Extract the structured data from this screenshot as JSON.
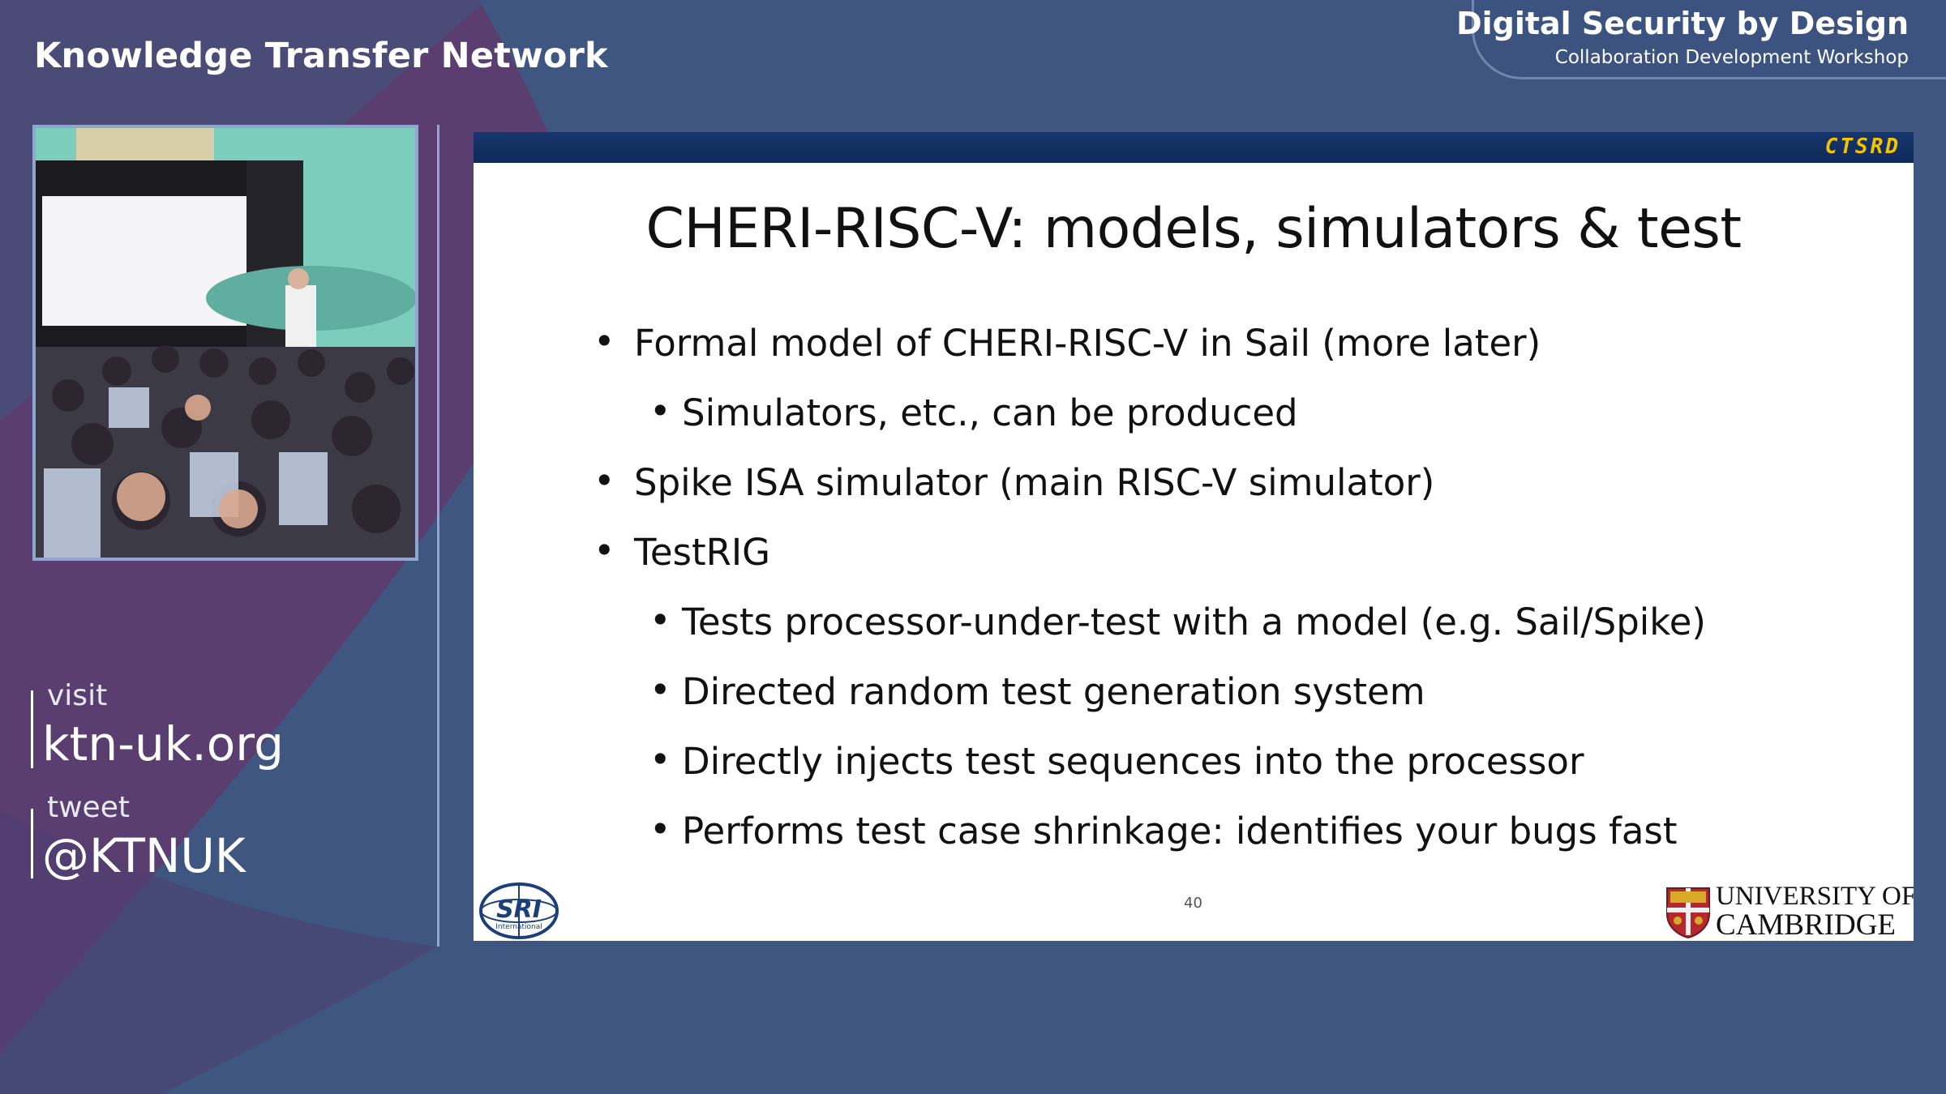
{
  "branding": {
    "network_title": "Knowledge Transfer Network",
    "event_title": "Digital Security by Design",
    "event_subtitle": "Collaboration Development Workshop"
  },
  "contact": {
    "visit_label": "visit",
    "visit_value": "ktn-uk.org",
    "tweet_label": "tweet",
    "tweet_value": "@KTNUK"
  },
  "camera": {
    "description_icon": "speaker-video-feed"
  },
  "slide": {
    "header_logo": "CTSRD",
    "title": "CHERI-RISC-V: models, simulators & test",
    "bullets": [
      {
        "text": "Formal model of CHERI-RISC-V in Sail (more later)",
        "level": 1
      },
      {
        "text": "Simulators, etc., can be produced",
        "level": 2
      },
      {
        "text": "Spike ISA simulator  (main RISC-V simulator)",
        "level": 1
      },
      {
        "text": "TestRIG",
        "level": 1
      },
      {
        "text": "Tests processor-under-test with a model (e.g. Sail/Spike)",
        "level": 2
      },
      {
        "text": "Directed random test generation system",
        "level": 2
      },
      {
        "text": "Directly injects test sequences into the processor",
        "level": 2
      },
      {
        "text": "Performs test case shrinkage: identifies your bugs fast",
        "level": 2
      }
    ],
    "bullet_symbol": "•",
    "page_number": "40",
    "sri_logo_text": "SRI",
    "sri_logo_subtext": "International",
    "cambridge_line1": "UNIVERSITY OF",
    "cambridge_line2": "CAMBRIDGE"
  },
  "colors": {
    "background_blue": "#3e5680",
    "purple_shape": "#5a3e70",
    "slide_header": "#17366d",
    "ctsrd_yellow": "#f5c400"
  }
}
